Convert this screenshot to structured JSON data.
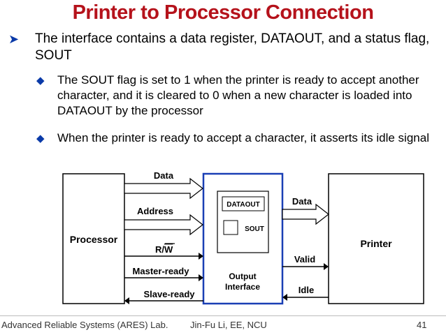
{
  "title": "Printer to Processor Connection",
  "bullets": {
    "main": "The interface contains a data register, DATAOUT, and a status flag, SOUT",
    "sub1": "The SOUT flag is set to 1 when the printer is ready to accept another character, and it is cleared to 0 when a new character is loaded into DATAOUT by the processor",
    "sub2": "When the printer is ready to accept a character, it asserts its idle signal"
  },
  "diagram": {
    "processor": "Processor",
    "printer": "Printer",
    "interface_line1": "Output",
    "interface_line2": "Interface",
    "dataout": "DATAOUT",
    "sout": "SOUT",
    "sig_data_left": "Data",
    "sig_address": "Address",
    "sig_rw_r": "R/",
    "sig_rw_w": "W",
    "sig_master_ready": "Master-ready",
    "sig_slave_ready": "Slave-ready",
    "sig_data_right": "Data",
    "sig_valid": "Valid",
    "sig_idle": "Idle"
  },
  "footer": {
    "left": "Advanced Reliable Systems (ARES) Lab.",
    "center": "Jin-Fu Li, EE, NCU",
    "page": "41"
  },
  "colors": {
    "title": "#b5121b",
    "bullet": "#0a3aa8",
    "interface_border": "#1a3fb5"
  }
}
